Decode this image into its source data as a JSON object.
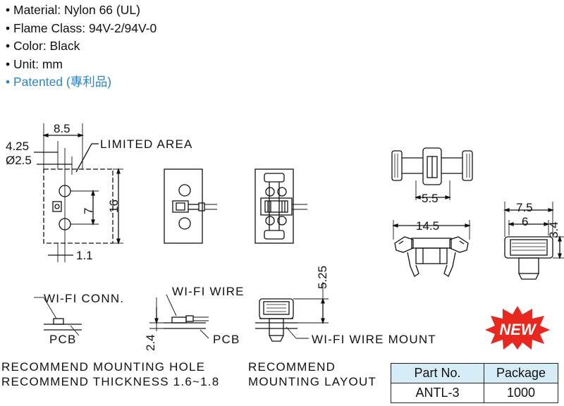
{
  "specs": {
    "material": "Material: Nylon 66 (UL)",
    "flame": "Flame Class: 94V-2/94V-0",
    "color": "Color: Black",
    "unit": "Unit: mm",
    "patented": "Patented (專利品)"
  },
  "dimensions": {
    "d8_5": "8.5",
    "d4_25": "4.25",
    "dia2_5": "Ø2.5",
    "d7": "7",
    "d16": "16",
    "d1_1": "1.1",
    "d5_5": "5.5",
    "d14_5": "14.5",
    "d7_5": "7.5",
    "d6": "6",
    "d3_4": "3.4",
    "d5_25": "5.25",
    "d2_4": "2.4"
  },
  "labels": {
    "limited_area": "LIMITED AREA",
    "wifi_conn": "WI-FI CONN.",
    "wifi_wire": "WI-FI WIRE",
    "pcb": "PCB",
    "wifi_wire_mount": "WI-FI WIRE MOUNT",
    "rec_hole_1": "RECOMMEND MOUNTING HOLE",
    "rec_hole_2": "RECOMMEND THICKNESS 1.6~1.8",
    "rec_layout_1": "RECOMMEND",
    "rec_layout_2": "MOUNTING LAYOUT"
  },
  "table": {
    "headers": [
      "Part No.",
      "Package"
    ],
    "rows": [
      [
        "ANTL-3",
        "1000"
      ]
    ]
  },
  "badge": {
    "text": "NEW",
    "color": "#e8281f"
  },
  "colors": {
    "accent": "#2a86c8",
    "table_header": "#d6ecf6"
  }
}
